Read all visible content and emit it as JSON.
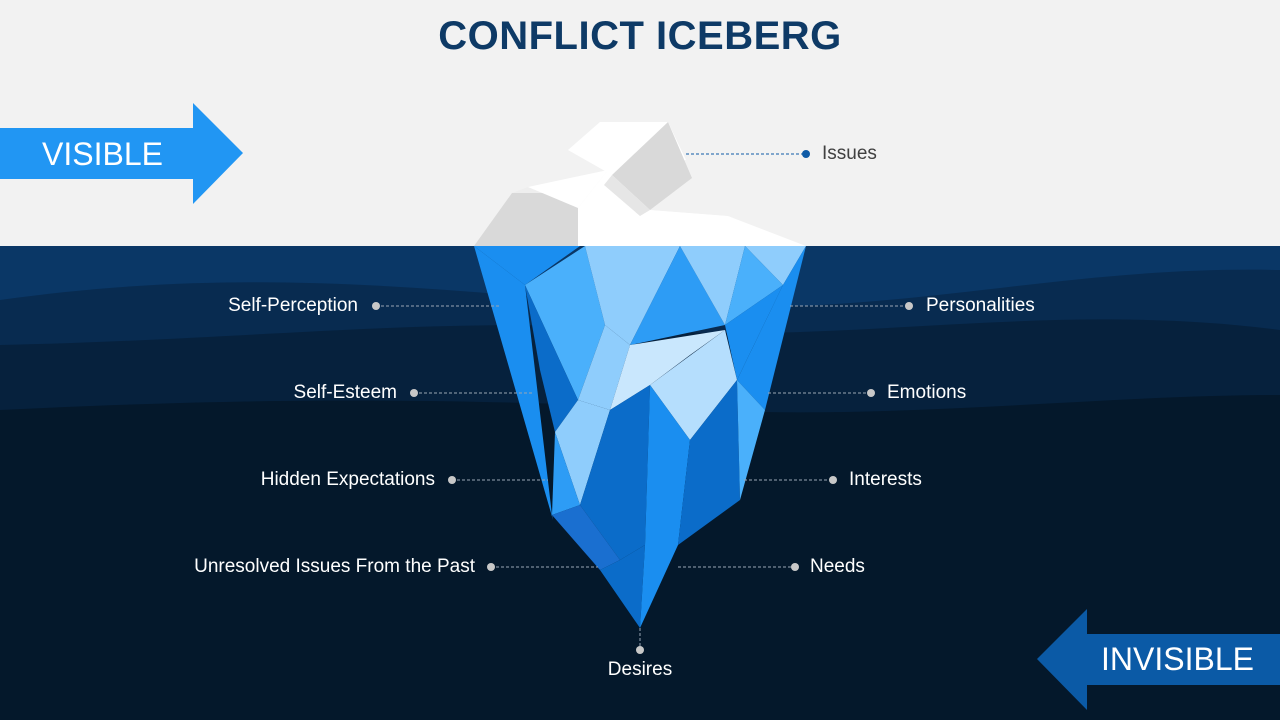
{
  "title": "CONFLICT ICEBERG",
  "visible_label": "VISIBLE",
  "invisible_label": "INVISIBLE",
  "above_water": [
    "Issues"
  ],
  "left_labels": [
    "Self-Perception",
    "Self-Esteem",
    "Hidden Expectations",
    "Unresolved Issues From the Past"
  ],
  "right_labels": [
    "Personalities",
    "Emotions",
    "Interests",
    "Needs"
  ],
  "bottom_label": "Desires",
  "colors": {
    "title": "#0e3a66",
    "visible_arrow": "#2196f3",
    "invisible_arrow": "#0b5aa6",
    "water_top": "#0a3766",
    "water_deep": "#04182b"
  }
}
